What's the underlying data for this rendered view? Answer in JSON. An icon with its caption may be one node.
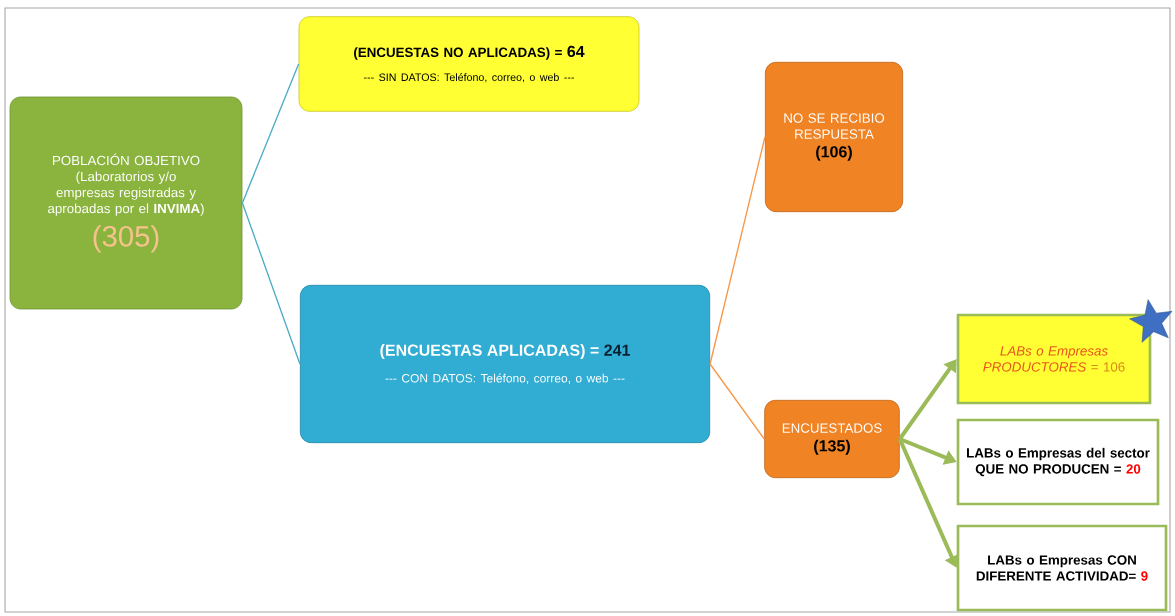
{
  "diagram": {
    "nodes": [
      {
        "text": [
          "POBLACIÓN OBJETIVO (Laboratorios y/o empresas registradas y aprobadas por el **INVIMA**)",
          "(305)"
        ]
      },
      {
        "text": [
          "(ENCUESTAS NO APLICADAS) =",
          "64",
          "--- SIN DATOS: Teléfono, correo, o web ---"
        ]
      },
      {
        "text": [
          "(ENCUESTAS APLICADAS) =",
          "241",
          "--- CON DATOS: Teléfono, correo, o web ---"
        ]
      },
      {
        "text": [
          "NO SE RECIBIO RESPUESTA",
          "(106)"
        ]
      },
      {
        "text": [
          "ENCUESTADOS",
          "(135)"
        ]
      },
      {
        "text": [
          "LABs o Empresas PRODUCTORES",
          "= 106"
        ]
      },
      {
        "text": [
          "LABs o Empresas del sector QUE NO PRODUCEN =",
          "20"
        ]
      },
      {
        "text": [
          "LABs o Empresas CON DIFERENTE ACTIVIDAD=",
          "9"
        ]
      }
    ],
    "edges": [
      {
        "from": 0,
        "to": 1,
        "arrow": "none",
        "color": "#4bacc6"
      },
      {
        "from": 0,
        "to": 2,
        "arrow": "none",
        "color": "#4bacc6"
      },
      {
        "from": 2,
        "to": 3,
        "arrow": "none",
        "color": "#f79646"
      },
      {
        "from": 2,
        "to": 4,
        "arrow": "none",
        "color": "#f79646"
      },
      {
        "from": 4,
        "to": 5,
        "arrow": "to",
        "style": "thick",
        "color": "#9bbb59"
      },
      {
        "from": 4,
        "to": 6,
        "arrow": "to",
        "style": "thick",
        "color": "#9bbb59"
      },
      {
        "from": 4,
        "to": 7,
        "arrow": "to",
        "style": "thick",
        "color": "#9bbb59"
      }
    ]
  }
}
